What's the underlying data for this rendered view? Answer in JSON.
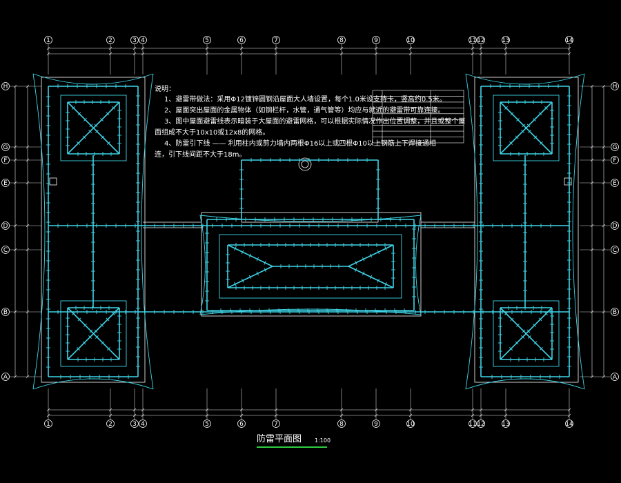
{
  "drawing": {
    "title": "防雷平面图",
    "scale": "1:100",
    "underline_color": "#2ecc40",
    "line_color": "#3fd6e8",
    "axis_top": [
      "1",
      "2",
      "3",
      "4",
      "5",
      "6",
      "7",
      "8",
      "9",
      "10",
      "11",
      "12",
      "13",
      "14"
    ],
    "axis_side": [
      "H",
      "G",
      "F",
      "E",
      "D",
      "C",
      "B",
      "A"
    ]
  },
  "notes": {
    "heading": "说明：",
    "lines": [
      "1、避雷带做法：采用Φ12镀锌圆钢沿屋面大人墙设置，每个1.0米设支持卡，竖高约0.5米。",
      "2、屋面突出屋面的金属物体（如钢栏杆，水管，通气管等）均应与就近的避雷带可靠连接。",
      "3、图中屋面避雷线表示暗装于大屋面的避雷网格，可以根据实际情况作出位置调整，并且或整个屋",
      "面组成不大于10x10或12x8的网格。",
      "4、防雷引下线 ——  利用柱内或剪力墙内两根Φ16以上或四根Φ10以上钢筋上下焊接通相",
      "连，引下线间距不大于18m。"
    ]
  }
}
